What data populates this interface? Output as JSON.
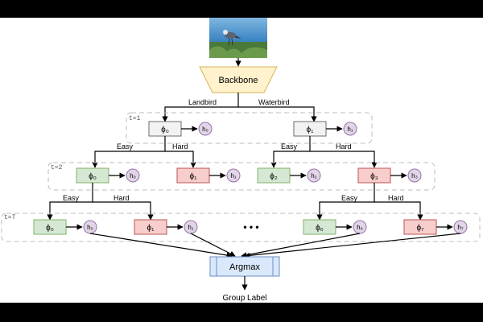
{
  "image": {
    "alt_icon": "bird-photo"
  },
  "backbone": {
    "label": "Backbone"
  },
  "branch_labels": {
    "landbird": "Landbird",
    "waterbird": "Waterbird",
    "easy": "Easy",
    "hard": "Hard"
  },
  "levels": [
    {
      "tag": "t=1"
    },
    {
      "tag": "t=2"
    },
    {
      "tag": "t=T"
    }
  ],
  "level1": {
    "phi": [
      "ϕ₀",
      "ϕ₁"
    ],
    "h": [
      "h₀",
      "h₁"
    ]
  },
  "level2": {
    "phi": [
      "ϕ₀",
      "ϕ₁",
      "ϕ₂",
      "ϕ₃"
    ],
    "h": [
      "h₀",
      "h₁",
      "h₂",
      "h₃"
    ]
  },
  "levelT": {
    "phi": [
      "ϕ₀",
      "ϕ₁",
      "ϕ₆",
      "ϕ₇"
    ],
    "h": [
      "h₀",
      "h₁",
      "h₆",
      "h₇"
    ],
    "ellipsis": "•   •   •"
  },
  "argmax": {
    "label": "Argmax"
  },
  "output": {
    "label": "Group Label"
  },
  "colors": {
    "gray_fill": "#f2f2f2",
    "gray_stroke": "#6e6e6e",
    "green_fill": "#d5e8d4",
    "green_stroke": "#82b366",
    "red_fill": "#f8cecc",
    "red_stroke": "#b85450",
    "purple_fill": "#e1d5e7",
    "purple_stroke": "#9673a6",
    "backbone_fill": "#fff2cc",
    "backbone_stroke": "#d6b656",
    "argmax_fill": "#dae8fc",
    "argmax_stroke": "#6c8ebf"
  }
}
